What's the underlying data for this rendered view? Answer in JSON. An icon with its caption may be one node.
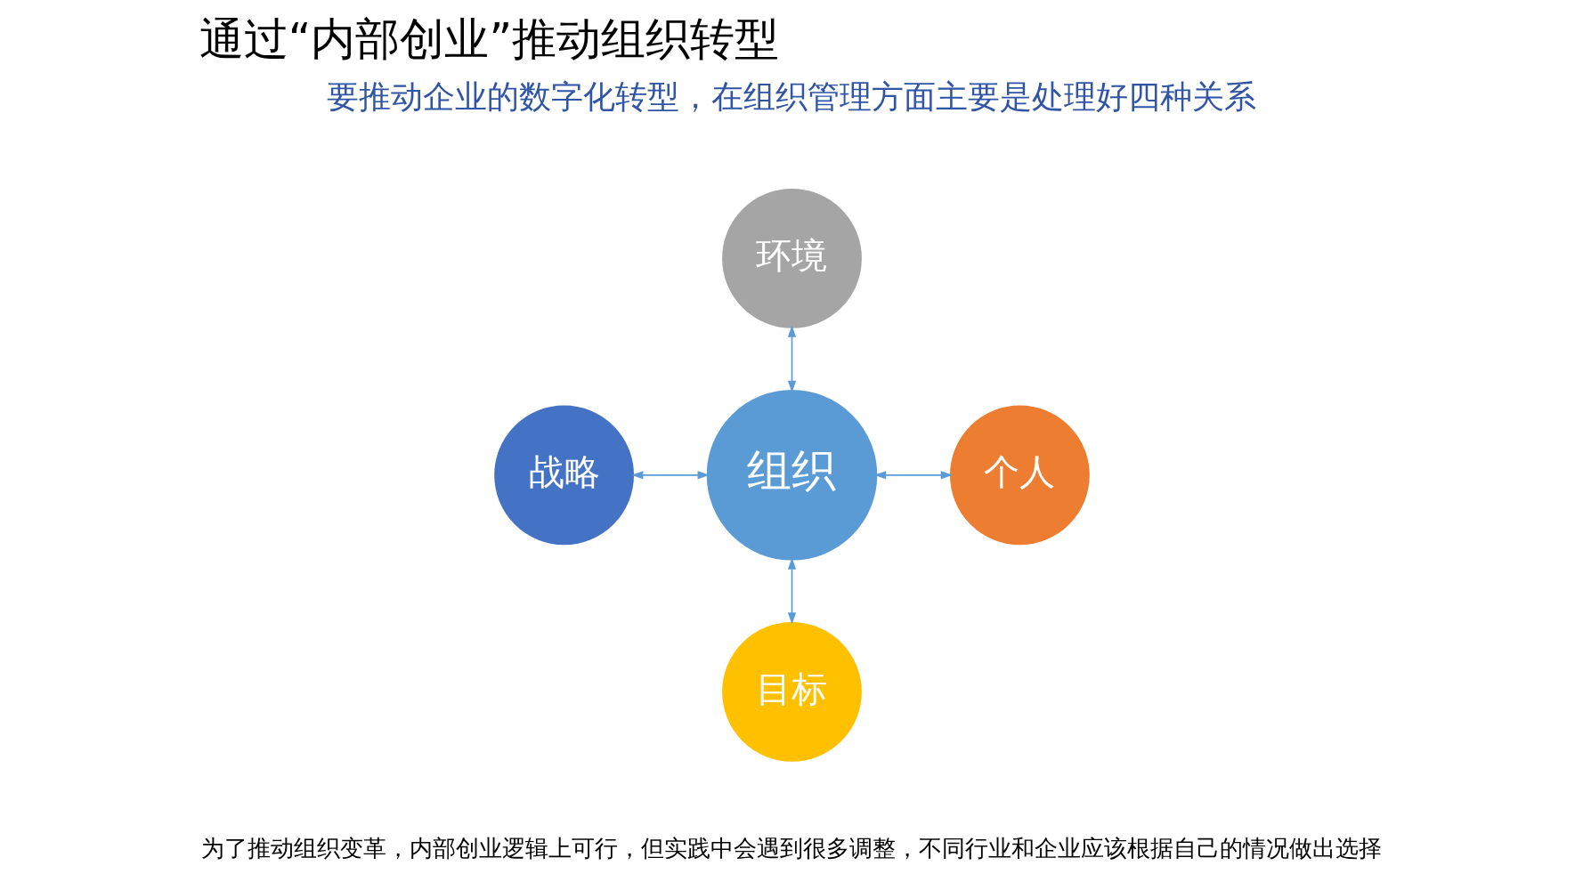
{
  "diagram": {
    "title": "通过“内部创业”推动组织转型",
    "nodes": [
      {
        "text": [
          "环境"
        ]
      },
      {
        "text": [
          "战略"
        ]
      },
      {
        "text": [
          "组织"
        ]
      },
      {
        "text": [
          "个人"
        ]
      },
      {
        "text": [
          "目标"
        ]
      }
    ],
    "edges": [
      {
        "from": 0,
        "to": 2,
        "arrow": "both"
      },
      {
        "from": 1,
        "to": 2,
        "arrow": "both"
      },
      {
        "from": 2,
        "to": 3,
        "arrow": "both"
      },
      {
        "from": 2,
        "to": 4,
        "arrow": "both"
      }
    ],
    "labels": [
      "要推动企业的数字化转型，在组织管理方面主要是处理好四种关系",
      "为了推动组织变革，内部创业逻辑上可行，但实践中会遇到很多调整，不同行业和企业应该根据自己的情况做出选择"
    ]
  }
}
